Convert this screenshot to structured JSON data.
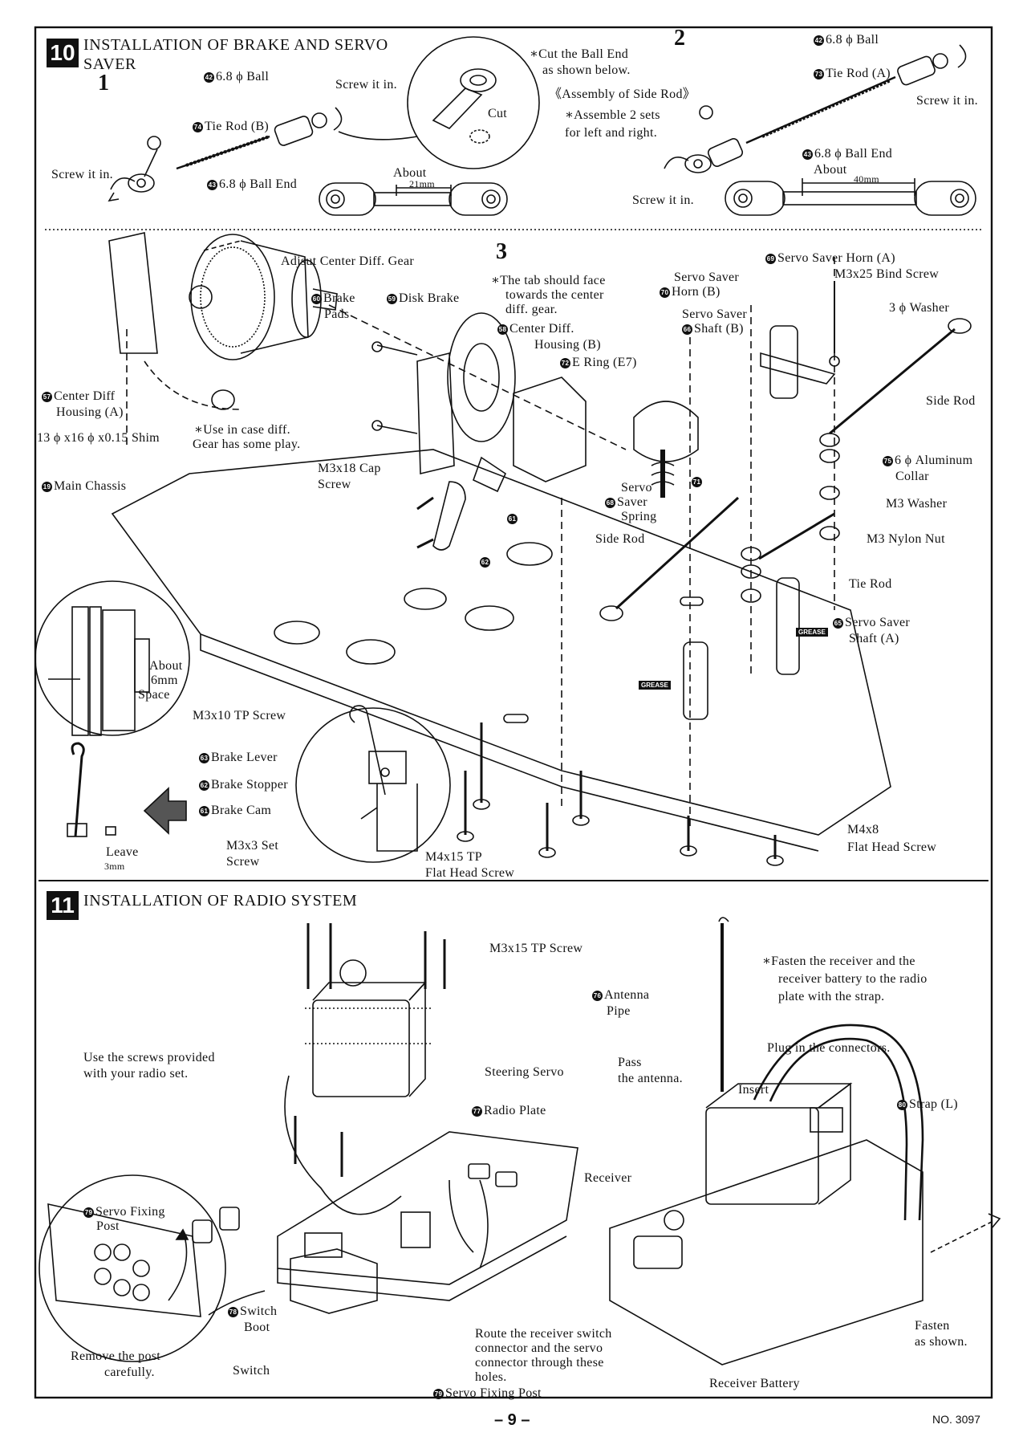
{
  "section10": {
    "badge": "10",
    "title_line1": "INSTALLATION OF BRAKE AND SERVO",
    "title_line2": "SAVER",
    "steps": [
      "1",
      "2",
      "3"
    ]
  },
  "step1": {
    "ball_label": "6.8 ϕ Ball",
    "ball_num": "42",
    "screw_in_top": "Screw it in.",
    "tie_rod_b": "Tie Rod (B)",
    "tie_rod_b_num": "74",
    "screw_in_left": "Screw it in.",
    "ball_end": "6.8 ϕ Ball End",
    "ball_end_num": "43",
    "about": "About",
    "dimension": "21mm"
  },
  "cut_note": {
    "line1": "∗Cut the Ball End",
    "line2": "as shown below.",
    "cut_label": "Cut"
  },
  "side_rod_note": {
    "title": "《Assembly of Side Rod》",
    "line1": "∗Assemble 2 sets",
    "line2": "for left and right."
  },
  "step2": {
    "ball": "6.8 ϕ Ball",
    "ball_num": "42",
    "tie_rod_a": "Tie Rod (A)",
    "tie_rod_a_num": "73",
    "screw_in_right": "Screw it in.",
    "ball_end": "6.8 ϕ Ball End",
    "ball_end_num": "43",
    "about": "About",
    "dimension": "40mm",
    "screw_in_bottom": "Screw it in."
  },
  "step3": {
    "adjust_gear": "Adjsut Center Diff. Gear",
    "tab_note_1": "∗The tab should face",
    "tab_note_2": "towards the center",
    "tab_note_3": "diff. gear.",
    "brake_pads_1": "Brake",
    "brake_pads_2": "Pads",
    "brake_pads_num": "60",
    "disk_brake": "Disk Brake",
    "disk_brake_num": "59",
    "center_diff_b_1": "Center Diff.",
    "center_diff_b_2": "Housing (B)",
    "center_diff_b_num": "58",
    "e_ring": "E Ring (E7)",
    "e_ring_num": "72",
    "center_diff_a_1": "Center Diff",
    "center_diff_a_2": "Housing (A)",
    "center_diff_a_num": "57",
    "shim": "13 ϕ x16 ϕ x0.15  Shim",
    "use_note_1": "∗Use in case diff.",
    "use_note_2": "Gear has some play.",
    "m3x18_1": "M3x18 Cap",
    "m3x18_2": "Screw",
    "main_chassis": "Main Chassis",
    "main_chassis_num": "19",
    "about_space_1": "About",
    "about_space_2": "6mm",
    "about_space_3": "Space",
    "m3x10": "M3x10 TP Screw",
    "brake_lever": "Brake Lever",
    "brake_lever_num": "63",
    "brake_stopper": "Brake Stopper",
    "brake_stopper_num": "62",
    "brake_cam": "Brake Cam",
    "brake_cam_num": "61",
    "m3x3_1": "M3x3 Set",
    "m3x3_2": "Screw",
    "leave_1": "Leave",
    "leave_2": "3mm",
    "m4x15_1": "M4x15 TP",
    "m4x15_2": "Flat Head Screw",
    "m4x8_1": "M4x8",
    "m4x8_2": "Flat Head Screw",
    "servo_horn_b_1": "Servo Saver",
    "servo_horn_b_2": "Horn (B)",
    "servo_horn_b_num": "70",
    "servo_shaft_b_1": "Servo Saver",
    "servo_shaft_b_2": "Shaft (B)",
    "servo_shaft_b_num": "66",
    "servo_spring_1": "Servo",
    "servo_spring_2": "Saver",
    "servo_spring_3": "Spring",
    "servo_spring_num": "68",
    "side_rod_left": "Side Rod",
    "horn_a": "Servo Saver Horn (A)",
    "horn_a_num": "69",
    "m3x25": "M3x25 Bind Screw",
    "washer3": "3 ϕ Washer",
    "side_rod_right": "Side Rod",
    "collar_1": "6 ϕ  Aluminum",
    "collar_2": "Collar",
    "collar_num": "75",
    "m3_washer": "M3  Washer",
    "m3_nylon": "M3  Nylon Nut",
    "tie_rod": "Tie Rod",
    "shaft_a_1": "Servo Saver",
    "shaft_a_2": "Shaft (A)",
    "shaft_a_num": "65",
    "grease": "GREASE",
    "part_61": "61",
    "part_62": "62",
    "part_71": "71"
  },
  "section11": {
    "badge": "11",
    "title": "INSTALLATION OF RADIO SYSTEM",
    "m3x15": "M3x15 TP Screw",
    "use_screws_1": "Use the screws provided",
    "use_screws_2": "with your radio set.",
    "steering_servo": "Steering Servo",
    "radio_plate": "Radio Plate",
    "radio_plate_num": "77",
    "servo_post_1": "Servo Fixing",
    "servo_post_2": "Post",
    "servo_post_num": "79",
    "switch_boot_1": "Switch",
    "switch_boot_2": "Boot",
    "switch_boot_num": "78",
    "switch": "Switch",
    "remove_1": "Remove the post",
    "remove_2": "carefully.",
    "route_1": "Route the receiver switch",
    "route_2": "connector and the servo",
    "route_3": "connector through these",
    "route_4": "holes.",
    "servo_post_bottom": "Servo Fixing Post",
    "servo_post_bottom_num": "79",
    "antenna_1": "Antenna",
    "antenna_2": "Pipe",
    "antenna_num": "76",
    "pass_1": "Pass",
    "pass_2": "the antenna.",
    "insert": "Insert",
    "fasten_note_1": "∗Fasten the receiver and the",
    "fasten_note_2": "receiver battery to the radio",
    "fasten_note_3": "plate with the strap.",
    "plug": "Plug in the connectors.",
    "strap": "Strap (L)",
    "strap_num": "80",
    "receiver": "Receiver",
    "fasten_shown_1": "Fasten",
    "fasten_shown_2": "as shown.",
    "battery": "Receiver Battery"
  },
  "footer": {
    "page": "– 9 –",
    "doc_no": "NO. 3097"
  }
}
